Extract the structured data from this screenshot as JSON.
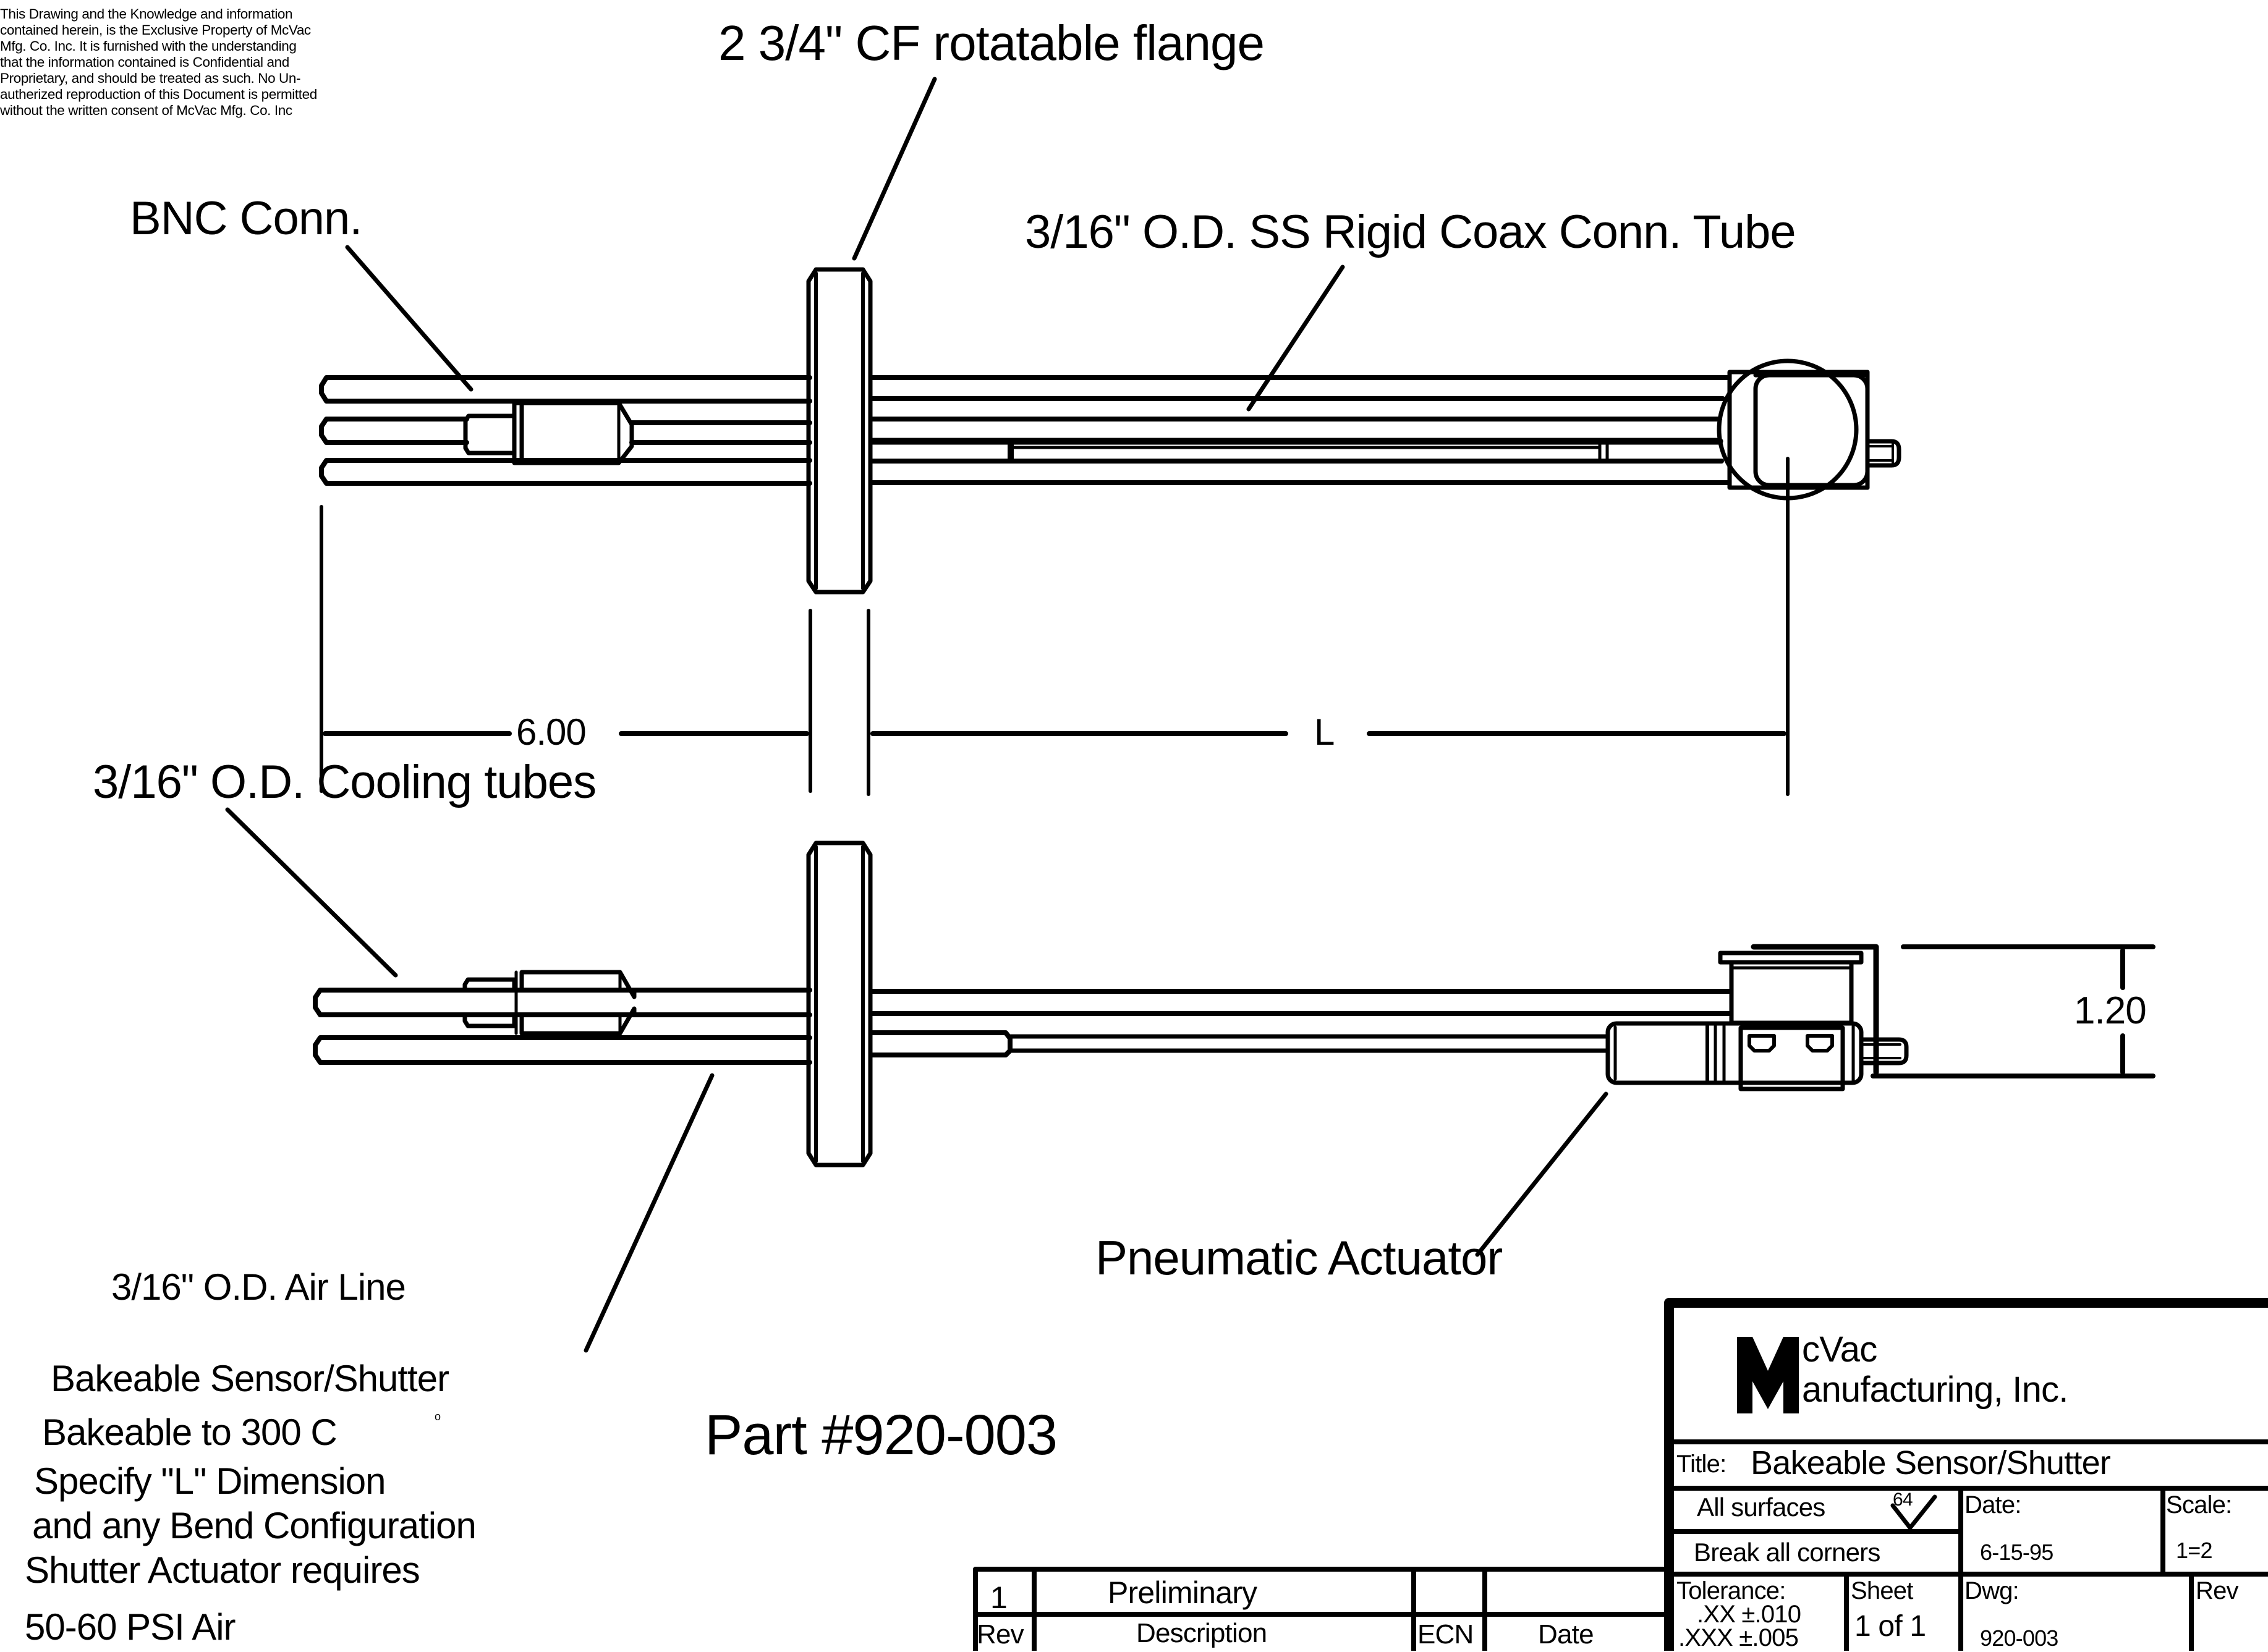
{
  "copyright_notice": {
    "lines": [
      "This Drawing and the Knowledge and information",
      "contained herein, is the Exclusive Property of McVac",
      "Mfg. Co. Inc. It is furnished with the understanding",
      "that the information contained is Confidential and",
      "Proprietary, and should be treated as such. No Un-",
      "autherized reproduction of this Document is permitted",
      "without the written consent of McVac Mfg. Co. Inc"
    ]
  },
  "callouts": {
    "flange": "2 3/4\" CF rotatable flange",
    "bnc": "BNC Conn.",
    "coax_tube": "3/16\" O.D. SS Rigid Coax Conn. Tube",
    "cooling_tubes": "3/16\" O.D. Cooling tubes",
    "air_line": "3/16\" O.D. Air Line",
    "actuator": "Pneumatic Actuator"
  },
  "dimensions": {
    "flange_offset": "6.00",
    "length": "L",
    "height": "1.20"
  },
  "notes": [
    "Bakeable Sensor/Shutter",
    "Bakeable to 300 C",
    "Specify \"L\" Dimension",
    "and any Bend Configuration",
    "Shutter Actuator requires",
    "50-60 PSI Air"
  ],
  "degree_mark": "o",
  "part_number": "Part #920-003",
  "title_block": {
    "logo_letter": "M",
    "company_line1": "cVac",
    "company_line2": "anufacturing, Inc.",
    "title_label": "Title:",
    "title_value": "Bakeable Sensor/Shutter",
    "surface_label": "All surfaces",
    "surface_finish": "64",
    "break_corners": "Break all corners",
    "date_label": "Date:",
    "date_value": "6-15-95",
    "scale_label": "Scale:",
    "scale_value": "1=2",
    "tolerance_label": "Tolerance:",
    "tolerance_xx": ".XX  ±.010",
    "tolerance_xxx": ".XXX  ±.005",
    "sheet_label": "Sheet",
    "sheet_value": "1  of  1",
    "dwg_label": "Dwg:",
    "dwg_value": "920-003",
    "rev_label": "Rev"
  },
  "revision_table": {
    "headers": [
      "Rev",
      "Description",
      "ECN",
      "Date"
    ],
    "rows": [
      {
        "rev": "1",
        "description": "Preliminary",
        "ecn": "",
        "date": ""
      }
    ]
  }
}
